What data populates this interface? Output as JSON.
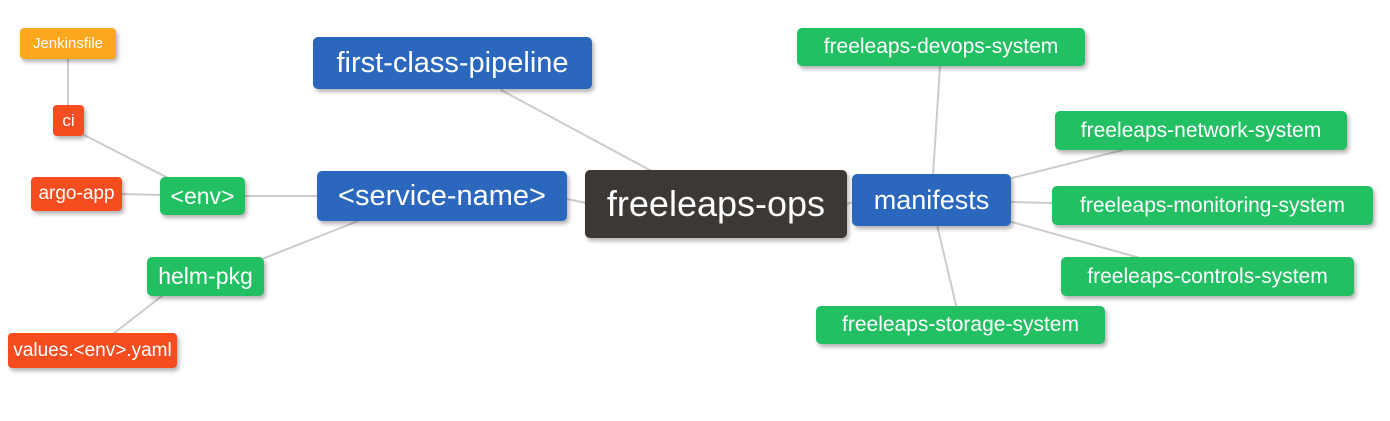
{
  "diagram": {
    "type": "mindmap",
    "root_id": "root",
    "nodes": {
      "root": {
        "label": "freeleaps-ops",
        "color": "#3C3835"
      },
      "pipeline": {
        "label": "first-class-pipeline",
        "color": "#2A67BD"
      },
      "service": {
        "label": "<service-name>",
        "color": "#2A67BD"
      },
      "manifests": {
        "label": "manifests",
        "color": "#2A67BD"
      },
      "env": {
        "label": "<env>",
        "color": "#22BF63"
      },
      "helm": {
        "label": "helm-pkg",
        "color": "#22BF63"
      },
      "argo": {
        "label": "argo-app",
        "color": "#F54D1F"
      },
      "ci": {
        "label": "ci",
        "color": "#F54D1F"
      },
      "jenkinsfile": {
        "label": "Jenkinsfile",
        "color": "#FBA81F"
      },
      "values": {
        "label": "values.<env>.yaml",
        "color": "#F54D1F"
      },
      "devops": {
        "label": "freeleaps-devops-system",
        "color": "#22BF63"
      },
      "network": {
        "label": "freeleaps-network-system",
        "color": "#22BF63"
      },
      "monitoring": {
        "label": "freeleaps-monitoring-system",
        "color": "#22BF63"
      },
      "controls": {
        "label": "freeleaps-controls-system",
        "color": "#22BF63"
      },
      "storage": {
        "label": "freeleaps-storage-system",
        "color": "#22BF63"
      }
    },
    "edges": [
      {
        "from": "jenkinsfile",
        "to": "ci"
      },
      {
        "from": "ci",
        "to": "env"
      },
      {
        "from": "argo",
        "to": "env"
      },
      {
        "from": "env",
        "to": "service"
      },
      {
        "from": "helm",
        "to": "service"
      },
      {
        "from": "values",
        "to": "helm"
      },
      {
        "from": "pipeline",
        "to": "root"
      },
      {
        "from": "service",
        "to": "root"
      },
      {
        "from": "root",
        "to": "manifests"
      },
      {
        "from": "manifests",
        "to": "devops"
      },
      {
        "from": "manifests",
        "to": "network"
      },
      {
        "from": "manifests",
        "to": "monitoring"
      },
      {
        "from": "manifests",
        "to": "controls"
      },
      {
        "from": "manifests",
        "to": "storage"
      }
    ],
    "colors": {
      "node_dark": "#3C3835",
      "node_blue": "#2A67BD",
      "node_green": "#22BF63",
      "node_red": "#F54D1F",
      "node_amber": "#FBA81F",
      "edge_line": "#CCCCCC",
      "node_text": "#FFFFFF",
      "background": "#FFFFFF"
    }
  }
}
